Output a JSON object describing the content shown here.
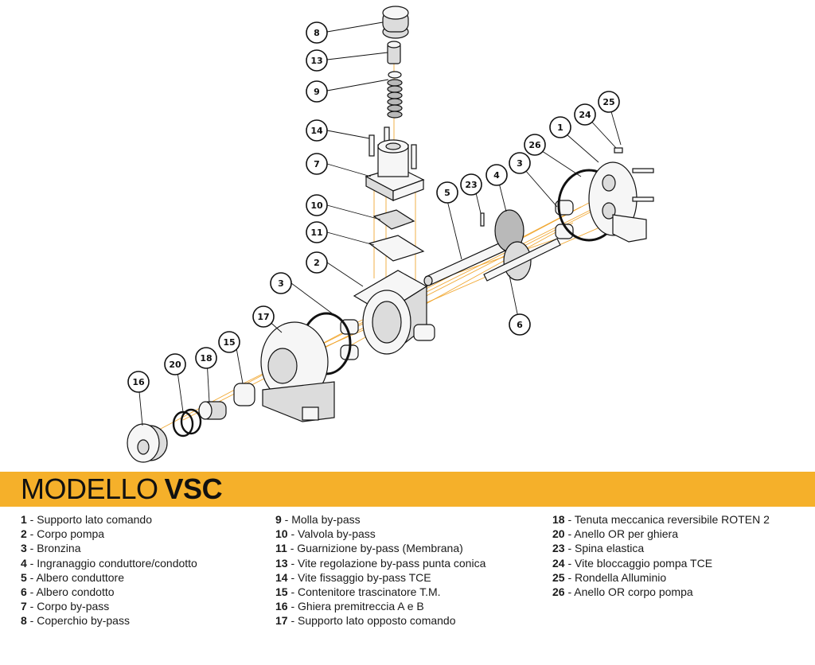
{
  "title": {
    "prefix": "MODELLO",
    "model": "VSC"
  },
  "colors": {
    "banner": "#f5b02a",
    "assembly_axis": "#f0a020"
  },
  "callouts": [
    "1",
    "2",
    "3",
    "3",
    "4",
    "5",
    "6",
    "7",
    "8",
    "9",
    "10",
    "11",
    "13",
    "14",
    "15",
    "16",
    "17",
    "18",
    "20",
    "23",
    "24",
    "25",
    "26"
  ],
  "legend": {
    "col1": [
      {
        "num": "1",
        "text": " - Supporto lato comando"
      },
      {
        "num": "2",
        "text": " - Corpo pompa"
      },
      {
        "num": "3",
        "text": " - Bronzina"
      },
      {
        "num": "4",
        "text": " - Ingranaggio conduttore/condotto"
      },
      {
        "num": "5",
        "text": " - Albero conduttore"
      },
      {
        "num": "6",
        "text": " - Albero condotto"
      },
      {
        "num": "7",
        "text": " - Corpo by-pass"
      },
      {
        "num": "8",
        "text": " - Coperchio by-pass"
      }
    ],
    "col2": [
      {
        "num": "9",
        "text": " - Molla by-pass"
      },
      {
        "num": "10",
        "text": " - Valvola by-pass"
      },
      {
        "num": "11",
        "text": " - Guarnizione by-pass (Membrana)"
      },
      {
        "num": "13",
        "text": " - Vite regolazione by-pass punta conica"
      },
      {
        "num": "14",
        "text": " - Vite fissaggio by-pass TCE"
      },
      {
        "num": "15",
        "text": " - Contenitore trascinatore T.M."
      },
      {
        "num": "16",
        "text": " - Ghiera premitreccia A e B"
      },
      {
        "num": "17",
        "text": " - Supporto lato opposto comando"
      }
    ],
    "col3": [
      {
        "num": "18",
        "text": " - Tenuta meccanica reversibile ROTEN 2"
      },
      {
        "num": "20",
        "text": " - Anello OR per ghiera"
      },
      {
        "num": "23",
        "text": " - Spina elastica"
      },
      {
        "num": "24",
        "text": " - Vite bloccaggio pompa TCE"
      },
      {
        "num": "25",
        "text": " - Rondella Alluminio"
      },
      {
        "num": "26",
        "text": " - Anello OR corpo pompa"
      }
    ]
  }
}
